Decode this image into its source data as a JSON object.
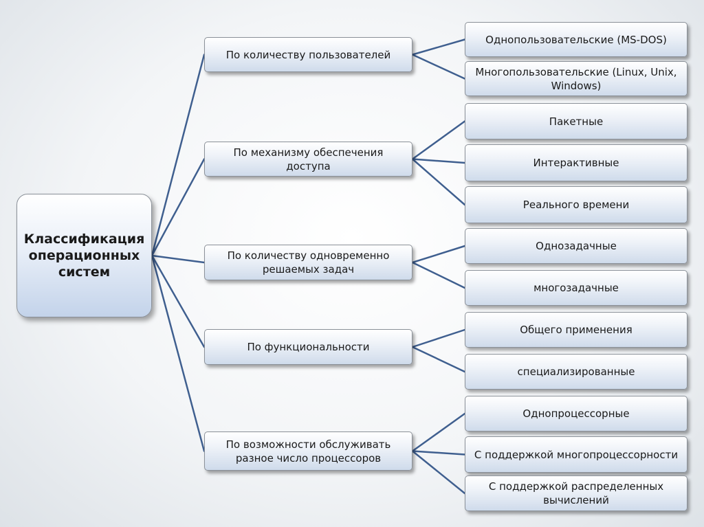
{
  "root": {
    "label": "Классификация операционных систем"
  },
  "categories": [
    {
      "label": "По количеству пользователей",
      "items": [
        "Однопользовательские (MS-DOS)",
        "Многопользовательские (Linux, Unix, Windows)"
      ]
    },
    {
      "label": "По механизму обеспечения доступа",
      "items": [
        "Пакетные",
        "Интерактивные",
        "Реального времени"
      ]
    },
    {
      "label": "По количеству одновременно решаемых задач",
      "items": [
        "Однозадачные",
        "многозадачные"
      ]
    },
    {
      "label": "По функциональности",
      "items": [
        "Общего применения",
        "специализированные"
      ]
    },
    {
      "label": "По возможности обслуживать разное число процессоров",
      "items": [
        "Однопроцессорные",
        "С поддержкой многопроцессорности",
        "С поддержкой распределенных вычислений"
      ]
    }
  ],
  "colors": {
    "connector": "#3f5f8f",
    "box_border": "#8a9098"
  }
}
